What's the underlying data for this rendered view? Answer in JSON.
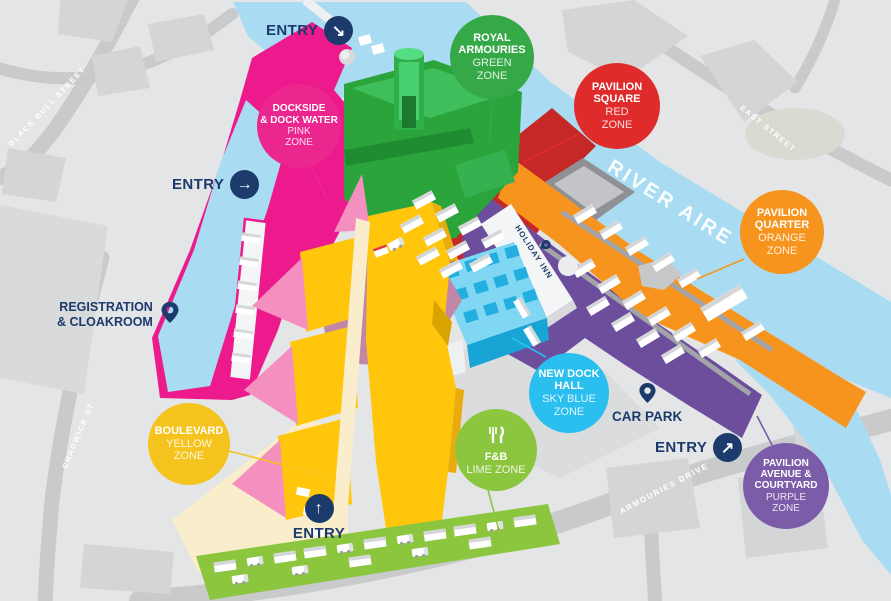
{
  "zones": [
    {
      "name": "ROYAL\nARMOURIES",
      "zone": "GREEN\nZONE",
      "color": "#35A847"
    },
    {
      "name": "DOCKSIDE\n& DOCK WATER",
      "zone": "PINK\nZONE",
      "color": "#EC268F"
    },
    {
      "name": "PAVILION\nSQUARE",
      "zone": "RED\nZONE",
      "color": "#E02B2B"
    },
    {
      "name": "PAVILION\nQUARTER",
      "zone": "ORANGE\nZONE",
      "color": "#F7941E"
    },
    {
      "name": "NEW DOCK\nHALL",
      "zone": "SKY BLUE\nZONE",
      "color": "#2BBFEF"
    },
    {
      "name": "F&B",
      "zone": "LIME ZONE",
      "color": "#8CC63F",
      "icon": "fork-knife-icon"
    },
    {
      "name": "BOULEVARD",
      "zone": "YELLOW\nZONE",
      "color": "#F5C31D"
    },
    {
      "name": "PAVILION\nAVENUE &\nCOURTYARD",
      "zone": "PURPLE\nZONE",
      "color": "#7B5CA8"
    }
  ],
  "entries": [
    {
      "label": "ENTRY",
      "direction": "southeast",
      "arrow": "↘"
    },
    {
      "label": "ENTRY",
      "direction": "east",
      "arrow": "→"
    },
    {
      "label": "ENTRY",
      "direction": "north",
      "arrow": "↑"
    },
    {
      "label": "ENTRY",
      "direction": "northeast",
      "arrow": "↗"
    }
  ],
  "pois": {
    "registration": {
      "label": "REGISTRATION\n& CLOAKROOM"
    },
    "car_park": {
      "label": "CAR PARK"
    },
    "holiday_inn": {
      "label": "HOLIDAY INN"
    }
  },
  "streets": {
    "black_bull": "BLACK BULL STREET",
    "east": "EAST STREET",
    "chadwick": "CHADWICK ST",
    "armouries_drive": "ARMOURIES DRIVE"
  },
  "river": {
    "label": "RIVER AIRE"
  },
  "colors": {
    "navy": "#1C3A6B",
    "background": "#E4E5E7",
    "water": "#A9DCF2",
    "pink_ground": "#EC1A8D",
    "pink_light": "#F58FC0",
    "dusty_pink": "#C287A7",
    "red_ground": "#C62828",
    "orange_ground": "#F7941E",
    "purple_ground": "#6C4E9D",
    "yellow_ground": "#FFC60B",
    "lime_ground": "#8CC63F",
    "green_building": "#2CA43C",
    "skyblue_building": "#7FD7F3",
    "cream_path": "#FAEDCB"
  }
}
